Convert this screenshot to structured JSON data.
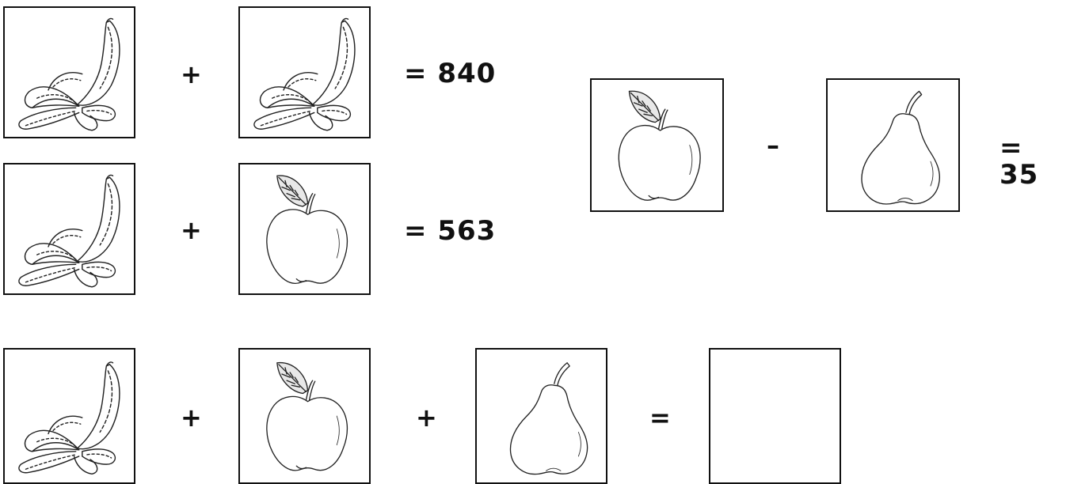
{
  "equations": [
    {
      "items": [
        "banana",
        "banana"
      ],
      "operators": [
        "+"
      ],
      "result": "= 840"
    },
    {
      "items": [
        "banana",
        "apple"
      ],
      "operators": [
        "+"
      ],
      "result": "= 563"
    },
    {
      "items": [
        "apple",
        "pear"
      ],
      "operators": [
        "–"
      ],
      "result": "= 35"
    },
    {
      "items": [
        "banana",
        "apple",
        "pear"
      ],
      "operators": [
        "+",
        "+",
        "="
      ],
      "result": ""
    }
  ],
  "icons": {
    "banana": "banana-icon",
    "apple": "apple-icon",
    "pear": "pear-icon"
  },
  "colors": {
    "line": "#111111",
    "background": "#ffffff"
  }
}
